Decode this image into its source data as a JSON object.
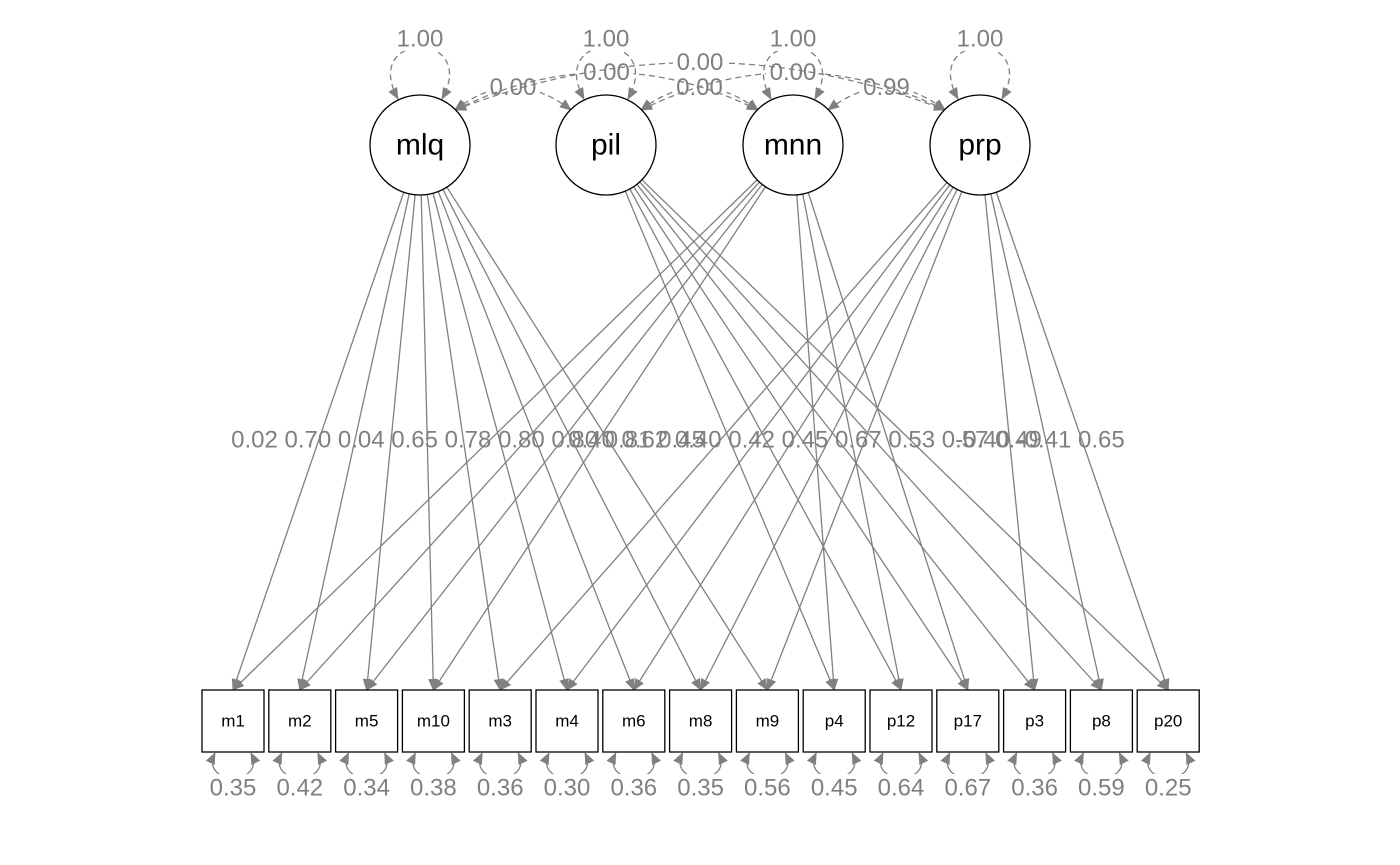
{
  "latents": [
    {
      "id": "mlq",
      "label": "mlq",
      "variance": "1.00"
    },
    {
      "id": "pil",
      "label": "pil",
      "variance": "1.00"
    },
    {
      "id": "mnn",
      "label": "mnn",
      "variance": "1.00"
    },
    {
      "id": "prp",
      "label": "prp",
      "variance": "1.00"
    }
  ],
  "manifests": [
    {
      "id": "m1",
      "label": "m1",
      "residual": "0.35"
    },
    {
      "id": "m2",
      "label": "m2",
      "residual": "0.42"
    },
    {
      "id": "m5",
      "label": "m5",
      "residual": "0.34"
    },
    {
      "id": "m10",
      "label": "m10",
      "residual": "0.38"
    },
    {
      "id": "m3",
      "label": "m3",
      "residual": "0.36"
    },
    {
      "id": "m4",
      "label": "m4",
      "residual": "0.30"
    },
    {
      "id": "m6",
      "label": "m6",
      "residual": "0.36"
    },
    {
      "id": "m8",
      "label": "m8",
      "residual": "0.35"
    },
    {
      "id": "m9",
      "label": "m9",
      "residual": "0.56"
    },
    {
      "id": "p4",
      "label": "p4",
      "residual": "0.45"
    },
    {
      "id": "p12",
      "label": "p12",
      "residual": "0.64"
    },
    {
      "id": "p17",
      "label": "p17",
      "residual": "0.67"
    },
    {
      "id": "p3",
      "label": "p3",
      "residual": "0.36"
    },
    {
      "id": "p8",
      "label": "p8",
      "residual": "0.59"
    },
    {
      "id": "p20",
      "label": "p20",
      "residual": "0.25"
    }
  ],
  "covariances": [
    {
      "from": "mlq",
      "to": "pil",
      "value": "0.00"
    },
    {
      "from": "pil",
      "to": "mnn",
      "value": "0.00"
    },
    {
      "from": "mnn",
      "to": "prp",
      "value": "0.99"
    },
    {
      "from": "mlq",
      "to": "mnn",
      "value": "0.00"
    },
    {
      "from": "pil",
      "to": "prp",
      "value": "0.00"
    },
    {
      "from": "mlq",
      "to": "prp",
      "value": "0.00"
    }
  ],
  "loadings": [
    {
      "from": "mlq",
      "to": "m1"
    },
    {
      "from": "mlq",
      "to": "m2"
    },
    {
      "from": "mlq",
      "to": "m5"
    },
    {
      "from": "mlq",
      "to": "m10"
    },
    {
      "from": "mlq",
      "to": "m3"
    },
    {
      "from": "mlq",
      "to": "m4"
    },
    {
      "from": "mlq",
      "to": "m6"
    },
    {
      "from": "mlq",
      "to": "m8"
    },
    {
      "from": "mlq",
      "to": "m9"
    },
    {
      "from": "pil",
      "to": "p4"
    },
    {
      "from": "pil",
      "to": "p12"
    },
    {
      "from": "pil",
      "to": "p17"
    },
    {
      "from": "pil",
      "to": "p3"
    },
    {
      "from": "pil",
      "to": "p8"
    },
    {
      "from": "pil",
      "to": "p20"
    },
    {
      "from": "mnn",
      "to": "m1"
    },
    {
      "from": "mnn",
      "to": "m2"
    },
    {
      "from": "mnn",
      "to": "m5"
    },
    {
      "from": "mnn",
      "to": "m10"
    },
    {
      "from": "mnn",
      "to": "p4"
    },
    {
      "from": "mnn",
      "to": "p12"
    },
    {
      "from": "mnn",
      "to": "p17"
    },
    {
      "from": "prp",
      "to": "m3"
    },
    {
      "from": "prp",
      "to": "m4"
    },
    {
      "from": "prp",
      "to": "m6"
    },
    {
      "from": "prp",
      "to": "m8"
    },
    {
      "from": "prp",
      "to": "m9"
    },
    {
      "from": "prp",
      "to": "p3"
    },
    {
      "from": "prp",
      "to": "p8"
    },
    {
      "from": "prp",
      "to": "p20"
    }
  ],
  "loading_label_clusters": [
    {
      "id": "mlq-loadings",
      "text": "0.02 0.70 0.04 0.65 0.78 0.80 0.80 0.81 0.45"
    },
    {
      "id": "mid-loadings",
      "text": "0.40 0.62 0.40 0.42 0.45 0.67 0.53 0.57 0.49"
    },
    {
      "id": "prp-loadings",
      "text": "-0.40 -0.41 0.65"
    }
  ]
}
